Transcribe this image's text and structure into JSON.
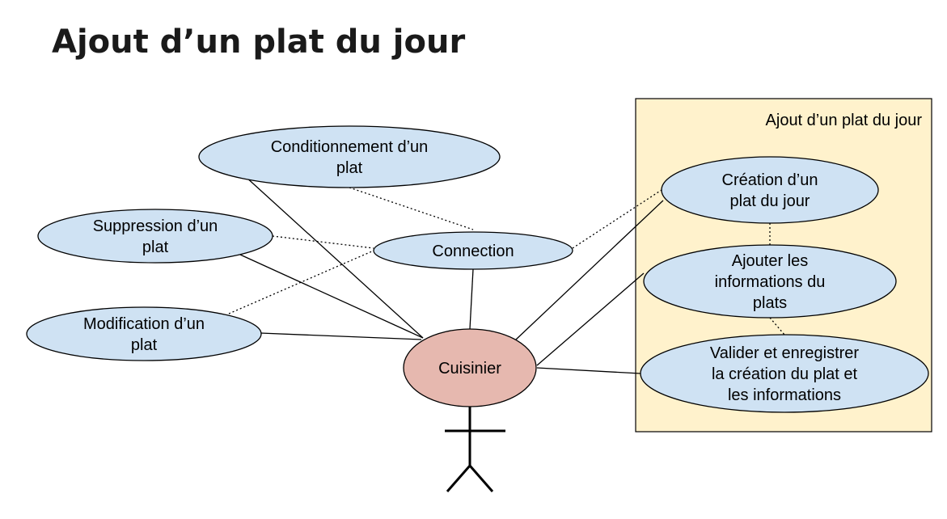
{
  "title": "Ajout d’un plat du jour",
  "boundary": {
    "label": "Ajout d’un plat du jour",
    "fill": "#fff2cc"
  },
  "colors": {
    "usecase_fill": "#cfe2f3",
    "actor_fill": "#e6b8af",
    "stroke": "#000000"
  },
  "actor": {
    "id": "cuisinier",
    "label": "Cuisinier"
  },
  "use_cases": [
    {
      "id": "conditionnement",
      "lines": [
        "Conditionnement d’un",
        "plat"
      ]
    },
    {
      "id": "suppression",
      "lines": [
        "Suppression d’un",
        "plat"
      ]
    },
    {
      "id": "connection",
      "lines": [
        "Connection"
      ]
    },
    {
      "id": "modification",
      "lines": [
        "Modification d’un",
        "plat"
      ]
    },
    {
      "id": "creation",
      "lines": [
        "Création d’un",
        "plat du jour"
      ]
    },
    {
      "id": "ajouter",
      "lines": [
        "Ajouter les",
        "informations du",
        "plats"
      ]
    },
    {
      "id": "valider",
      "lines": [
        "Valider et enregistrer",
        "la création du plat et",
        "les informations"
      ]
    }
  ],
  "associations": [
    {
      "from": "cuisinier",
      "to": "conditionnement",
      "style": "solid"
    },
    {
      "from": "cuisinier",
      "to": "suppression",
      "style": "solid"
    },
    {
      "from": "cuisinier",
      "to": "modification",
      "style": "solid"
    },
    {
      "from": "cuisinier",
      "to": "connection",
      "style": "solid"
    },
    {
      "from": "cuisinier",
      "to": "creation",
      "style": "solid"
    },
    {
      "from": "cuisinier",
      "to": "ajouter",
      "style": "solid"
    },
    {
      "from": "cuisinier",
      "to": "valider",
      "style": "solid"
    },
    {
      "from": "conditionnement",
      "to": "connection",
      "style": "dotted"
    },
    {
      "from": "suppression",
      "to": "connection",
      "style": "dotted"
    },
    {
      "from": "modification",
      "to": "connection",
      "style": "dotted"
    },
    {
      "from": "connection",
      "to": "creation",
      "style": "dotted"
    },
    {
      "from": "creation",
      "to": "ajouter",
      "style": "dotted"
    },
    {
      "from": "ajouter",
      "to": "valider",
      "style": "dotted"
    }
  ]
}
